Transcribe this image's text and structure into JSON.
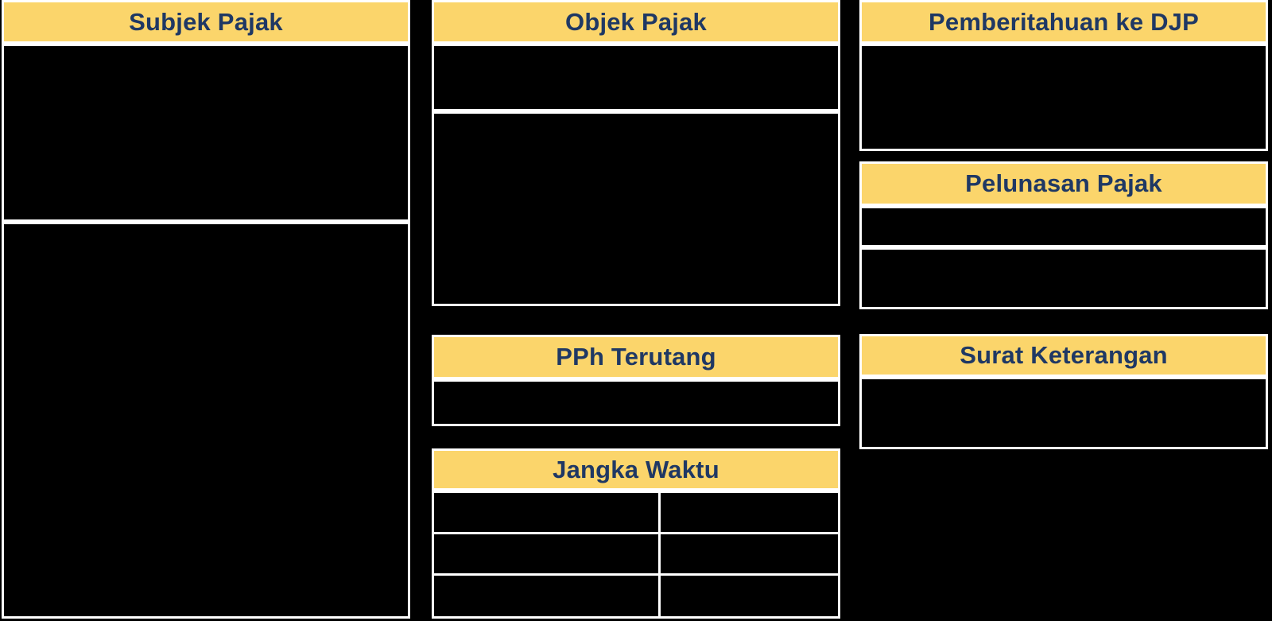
{
  "colors": {
    "background": "#000000",
    "header_fill": "#FBD56B",
    "header_text": "#1F3864",
    "panel_fill": "#000000",
    "border": "#FFFFFF"
  },
  "headers": {
    "subjek_pajak": "Subjek Pajak",
    "objek_pajak": "Objek Pajak",
    "pph_terutang": "PPh Terutang",
    "jangka_waktu": "Jangka Waktu",
    "pemberitahuan_djp": "Pemberitahuan ke DJP",
    "pelunasan_pajak": "Pelunasan Pajak",
    "surat_keterangan": "Surat Keterangan"
  },
  "jangka_waktu_table": {
    "rows": 3,
    "columns": 2
  }
}
